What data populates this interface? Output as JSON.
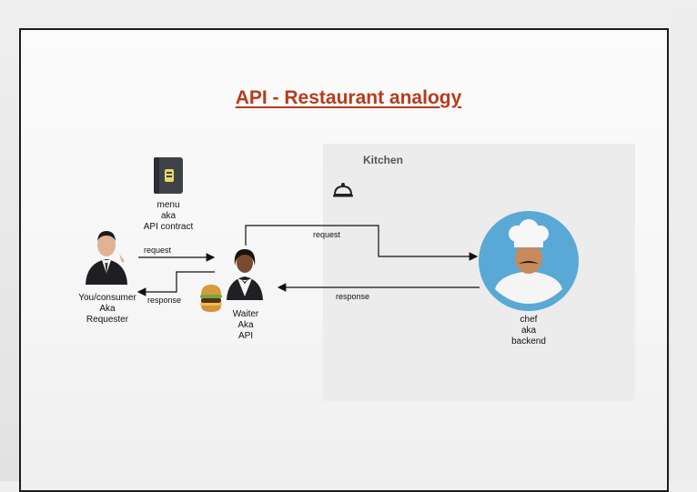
{
  "slide": {
    "title": "API - Restaurant analogy",
    "kitchen_label": "Kitchen",
    "menu": {
      "line1": "menu",
      "line2": "aka",
      "line3": "API contract"
    },
    "consumer": {
      "line1": "You/consumer",
      "line2": "Aka",
      "line3": "Requester"
    },
    "waiter": {
      "line1": "Waiter",
      "line2": "Aka",
      "line3": "API"
    },
    "chef": {
      "line1": "chef",
      "line2": "aka",
      "line3": "backend"
    },
    "arrows": {
      "consumer_request": "request",
      "waiter_response": "response",
      "kitchen_request": "request",
      "kitchen_response": "response"
    }
  },
  "colors": {
    "title": "#b63c1c",
    "chef_circle": "#5aa8d6",
    "kitchen_bg": "#ececec"
  },
  "icons": {
    "menu": "menu-book-icon",
    "consumer": "businessman-icon",
    "waiter": "waiter-icon",
    "burger": "burger-icon",
    "cloche": "cloche-icon",
    "chef": "chef-icon"
  }
}
